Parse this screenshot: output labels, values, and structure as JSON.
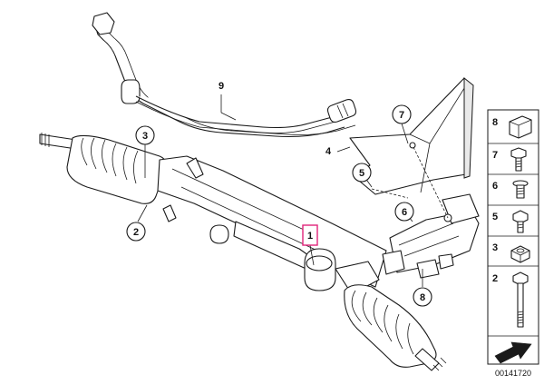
{
  "callouts": {
    "c1": "1",
    "c2": "2",
    "c3": "3",
    "c4": "4",
    "c5": "5",
    "c6": "6",
    "c7": "7",
    "c8": "8",
    "c9": "9"
  },
  "highlight_color": "#e0247a",
  "sidebar": {
    "items": [
      {
        "number": "8"
      },
      {
        "number": "7"
      },
      {
        "number": "6"
      },
      {
        "number": "5"
      },
      {
        "number": "3"
      },
      {
        "number": "2"
      }
    ],
    "figure_number": "00141720"
  }
}
